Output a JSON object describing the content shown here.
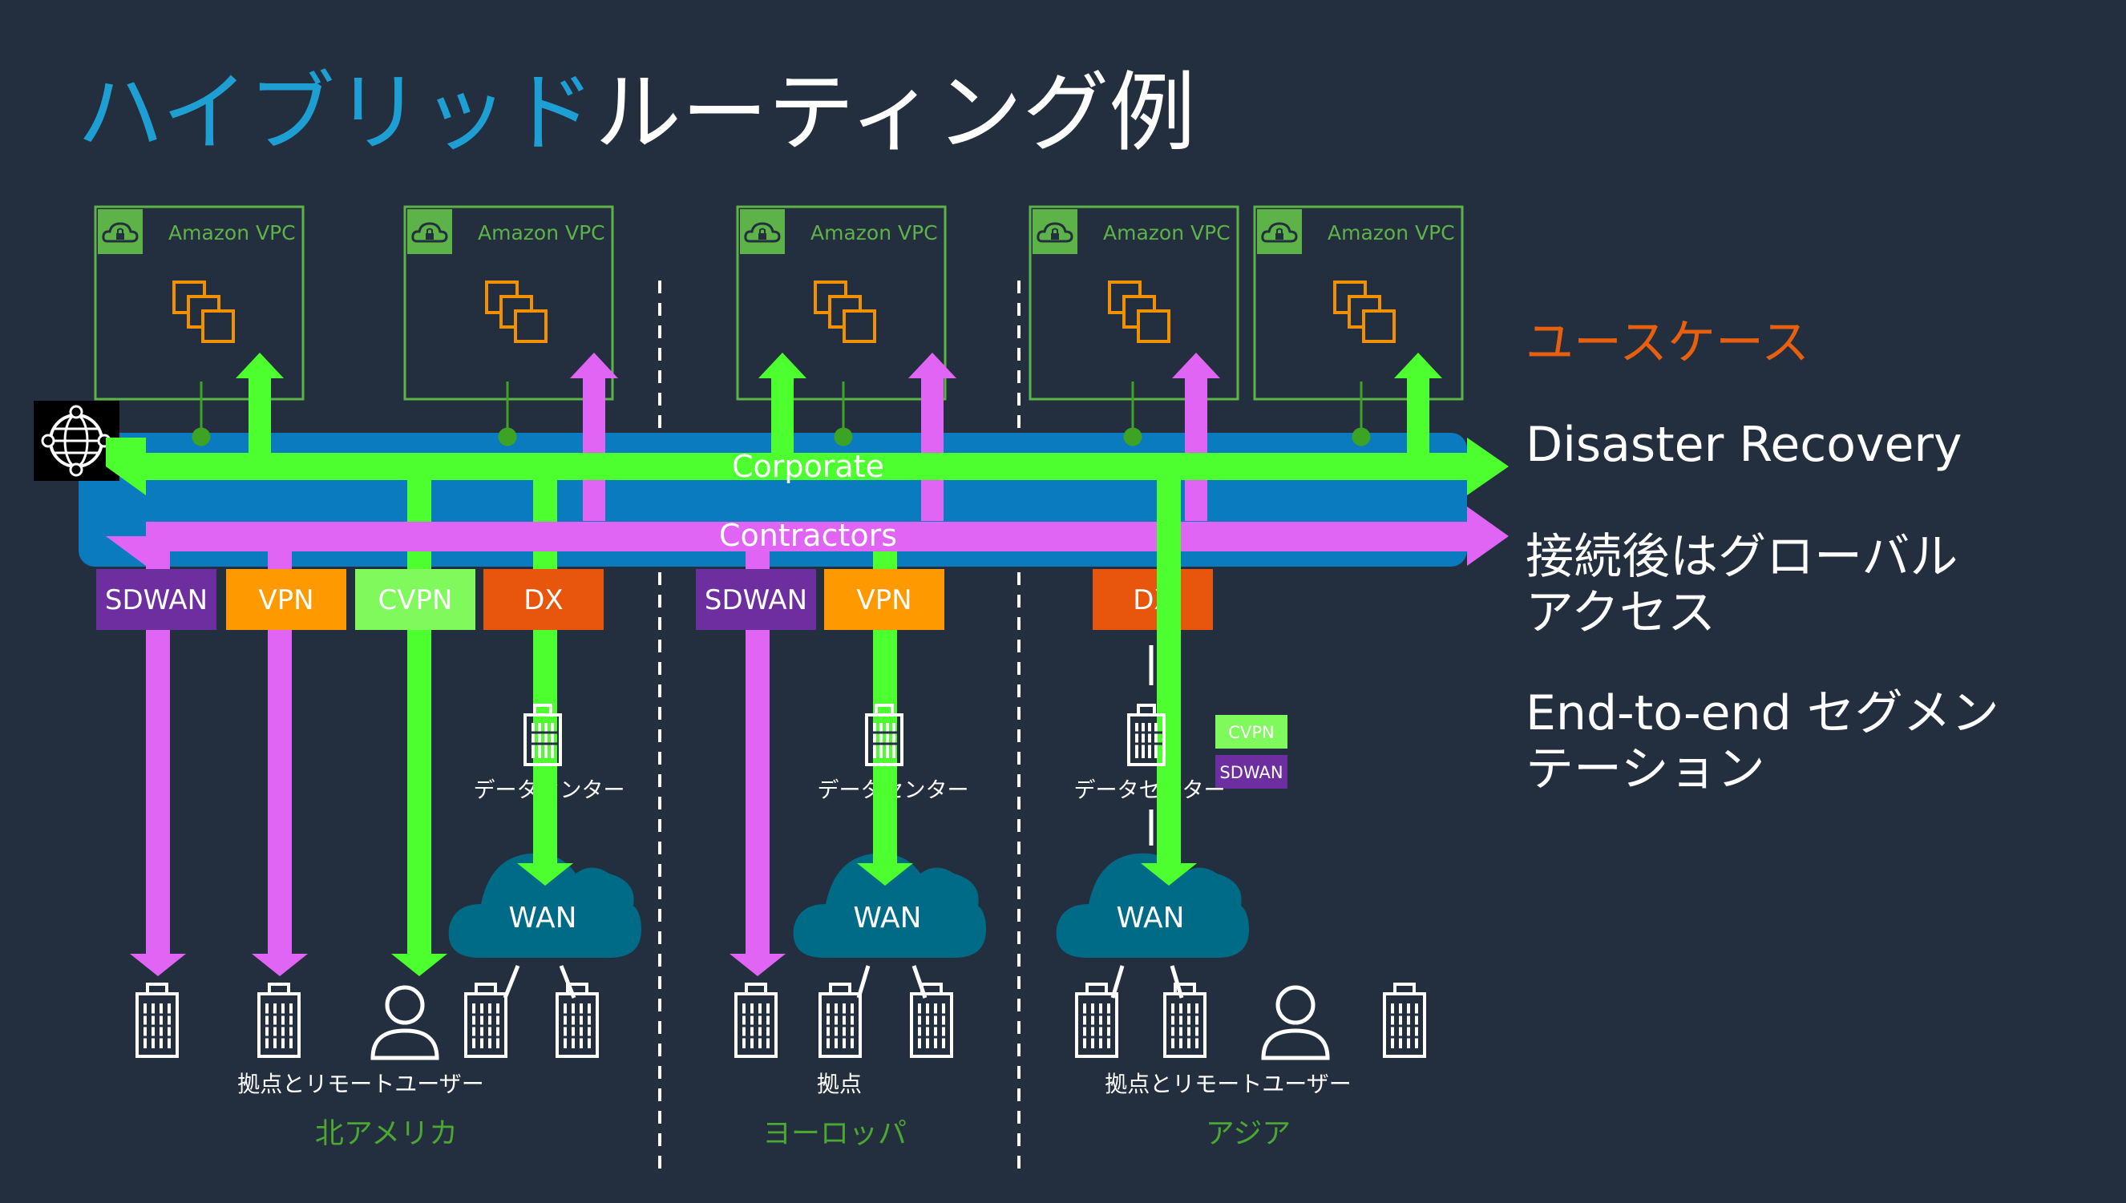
{
  "title": {
    "accent": "ハイブリッド",
    "rest": "ルーティング例"
  },
  "vpcs": [
    {
      "label": "Amazon VPC"
    },
    {
      "label": "Amazon VPC"
    },
    {
      "label": "Amazon VPC"
    },
    {
      "label": "Amazon VPC"
    },
    {
      "label": "Amazon VPC"
    }
  ],
  "networks": {
    "corporate": "Corporate",
    "contractors": "Contractors"
  },
  "connections": {
    "na": [
      "SDWAN",
      "VPN",
      "CVPN",
      "DX"
    ],
    "eu": [
      "SDWAN",
      "VPN"
    ],
    "asia": [
      "DX"
    ],
    "asia_small": [
      "CVPN",
      "SDWAN"
    ]
  },
  "datacenter": "データセンター",
  "wan": "WAN",
  "site_labels": {
    "na": "拠点とリモートユーザー",
    "eu": "拠点",
    "asia": "拠点とリモートユーザー"
  },
  "regions": {
    "na": "北アメリカ",
    "eu": "ヨーロッパ",
    "asia": "アジア"
  },
  "usecases": {
    "heading": "ユースケース",
    "dr": "Disaster Recovery",
    "global_line1": "接続後はグローバル",
    "global_line2": "アクセス",
    "seg_line1": "End-to-end セグメン",
    "seg_line2": "テーション"
  },
  "colors": {
    "background": "#232f3e",
    "accent_blue": "#1e9fd3",
    "corporate_green": "#4dff2e",
    "contractors_pink": "#e065f5",
    "vpc_border": "#5db348",
    "vpc_icon": "#f29100",
    "sdwan": "#6d2fa0",
    "vpn": "#ff9900",
    "cvpn": "#7ff95c",
    "dx": "#e8560e",
    "wan_cloud": "#006b87",
    "region_label": "#4aa832",
    "usecase_heading": "#e8600e"
  }
}
